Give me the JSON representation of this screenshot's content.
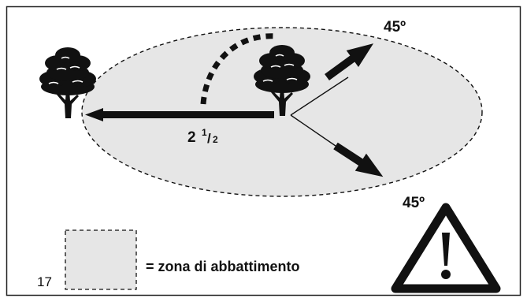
{
  "angle_upper": "45º",
  "angle_lower": "45º",
  "distance": {
    "whole": "2",
    "num": "1",
    "den": "2"
  },
  "legend_text": "= zona di abbattimento",
  "figure_number": "17",
  "colors": {
    "zone_fill": "#e6e6e6",
    "ink": "#111111",
    "frame": "#222222",
    "background": "#ffffff"
  },
  "icons": [
    "tree-icon",
    "warning-icon"
  ]
}
